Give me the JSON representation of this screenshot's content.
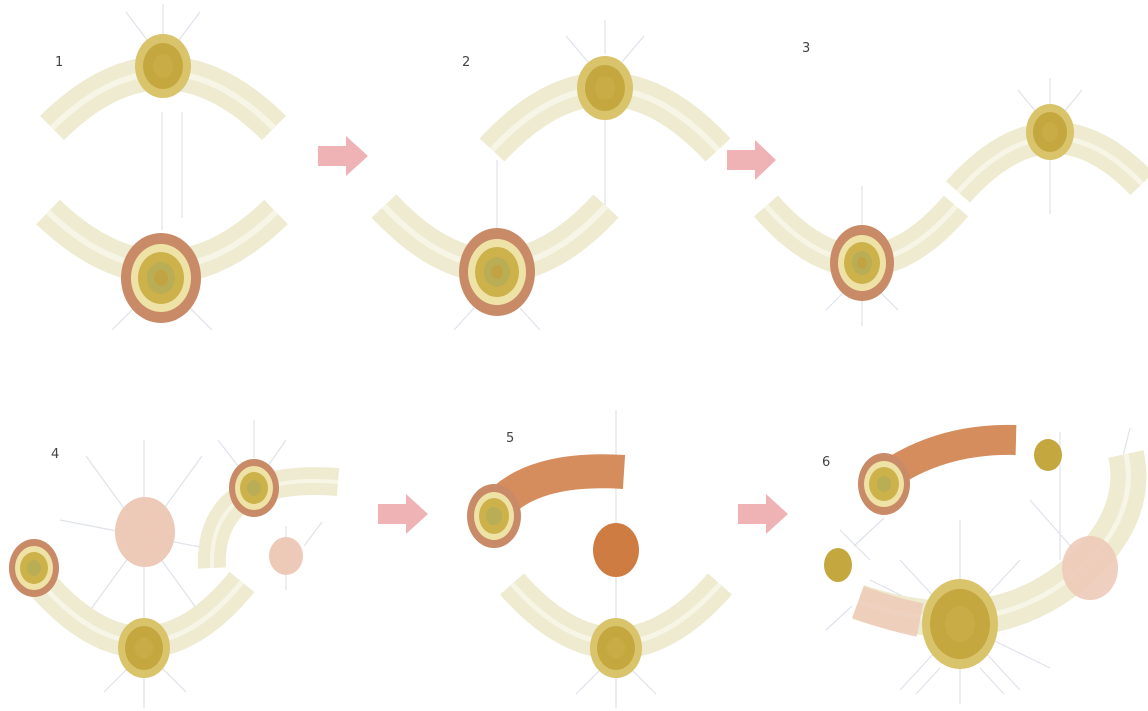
{
  "panels": [
    {
      "label": "1"
    },
    {
      "label": "2"
    },
    {
      "label": "3"
    },
    {
      "label": "4"
    },
    {
      "label": "5"
    },
    {
      "label": "6"
    }
  ],
  "colors": {
    "band_fill": "#eeebd0",
    "band_edge": "#d8d4b2",
    "band_inner": "#f6f4e4",
    "node_outer": "#d2bf66",
    "node_core": "#bfa23a",
    "ring_brown": "#c98a67",
    "ring_light": "#eee2a7",
    "band_orange": "#d68d5e",
    "pale_peach": "#edcab8",
    "ray": "#dfe3ea",
    "arrow": "#efb3b6"
  }
}
